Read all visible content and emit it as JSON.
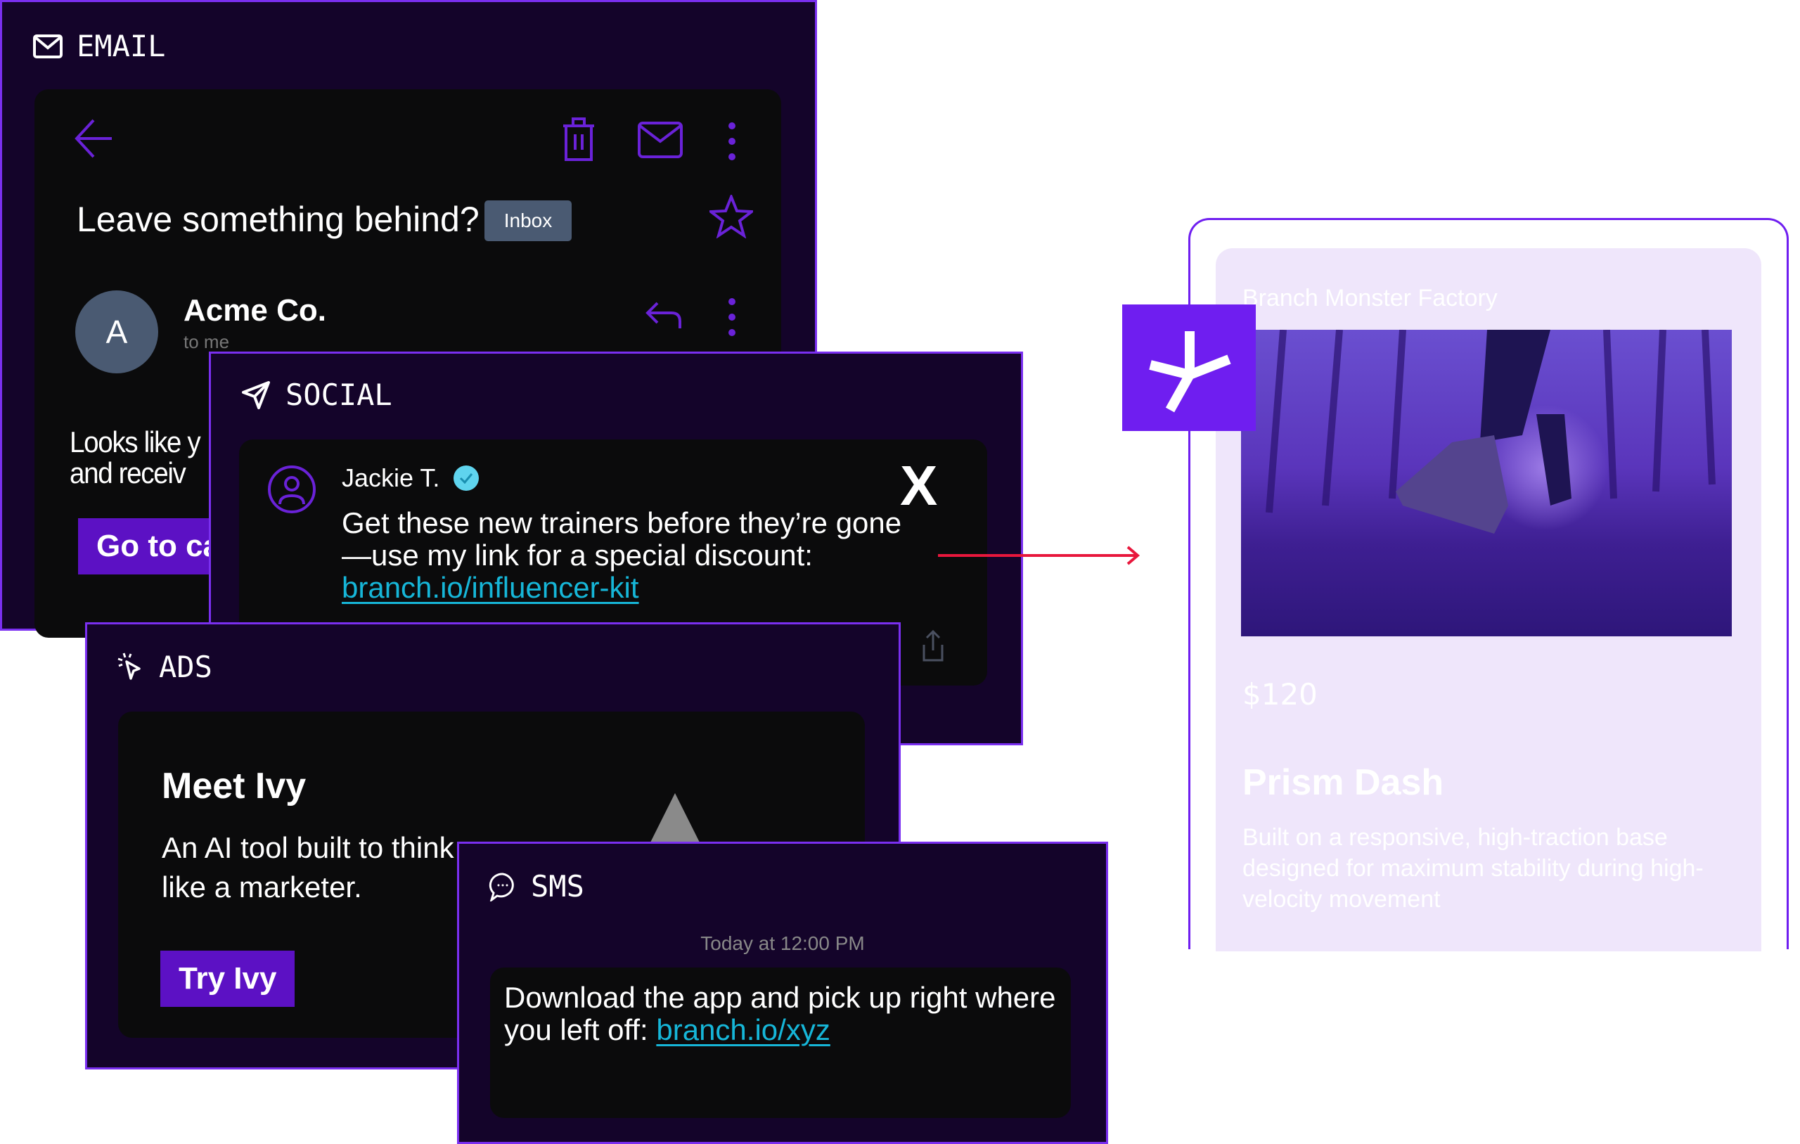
{
  "email": {
    "title": "EMAIL",
    "subject": "Leave something behind?",
    "badge": "Inbox",
    "avatar_letter": "A",
    "sender": "Acme Co.",
    "recipient": "to me",
    "body_line1": "Looks like y",
    "body_line2": "and receiv",
    "cta": "Go to ca"
  },
  "social": {
    "title": "SOCIAL",
    "author": "Jackie T.",
    "post_text": "Get these new trainers before they’re gone—use my link for a special discount:",
    "link": "branch.io/influencer-kit",
    "platform": "X"
  },
  "ads": {
    "title": "ADS",
    "headline": "Meet Ivy",
    "body": "An AI tool built to think like a marketer.",
    "cta": "Try Ivy"
  },
  "sms": {
    "title": "SMS",
    "timestamp": "Today at 12:00 PM",
    "message": "Download the app and pick up right where you left off:",
    "link": "branch.io/xyz"
  },
  "product": {
    "store": "Branch Monster Factory",
    "price": "$120",
    "name": "Prism Dash",
    "description": "Built on a responsive, high-traction base designed for maximum stability during high-velocity movement"
  },
  "colors": {
    "accent": "#6f1ef0",
    "panel": "#14042a",
    "link": "#16b6d8",
    "arrow": "#e8173c"
  }
}
